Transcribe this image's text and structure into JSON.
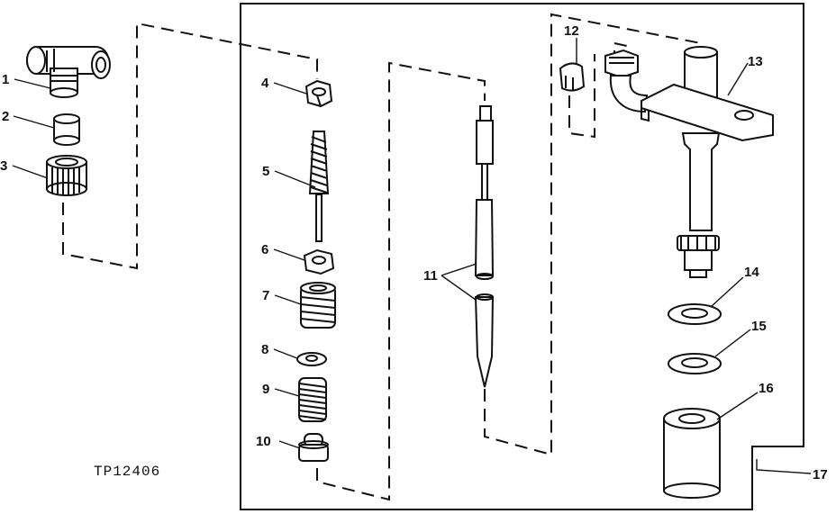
{
  "figure_code": "TP12406",
  "callouts": {
    "c1": "1",
    "c2": "2",
    "c3": "3",
    "c4": "4",
    "c5": "5",
    "c6": "6",
    "c7": "7",
    "c8": "8",
    "c9": "9",
    "c10": "10",
    "c11": "11",
    "c12": "12",
    "c13": "13",
    "c14": "14",
    "c15": "15",
    "c16": "16",
    "c17": "17"
  }
}
